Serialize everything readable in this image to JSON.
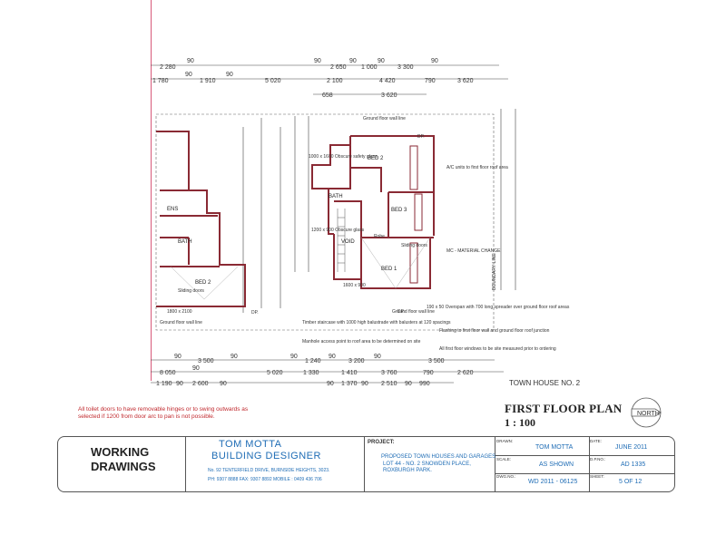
{
  "drawing": {
    "town_house": "TOWN HOUSE NO. 2",
    "plan_title": "FIRST FLOOR PLAN",
    "plan_scale": "1 : 100",
    "north_label": "NORTH",
    "boundary_label": "BOUNDARY LINE",
    "red_note": "All toilet doors to have removable hinges or to swing outwards as selected if 1200 from door arc to pan is not possible."
  },
  "top_dimensions": {
    "row1": [
      "2 280",
      "90",
      "90",
      "2 650",
      "90",
      "1 000",
      "90",
      "3 300",
      "90"
    ],
    "row2": [
      "1 780",
      "90",
      "1 910",
      "90",
      "5 020",
      "2 100",
      "4 420",
      "790",
      "3 620"
    ],
    "row3": [
      "658",
      "3 620"
    ]
  },
  "bottom_dimensions": {
    "row1": [
      "90",
      "3 500",
      "90",
      "90",
      "1 240",
      "90",
      "3 200",
      "90",
      "3 500"
    ],
    "row2": [
      "8 050",
      "90",
      "5 020",
      "1 330",
      "1 410",
      "3 760",
      "790",
      "2 620"
    ],
    "row3": [
      "1 190",
      "90",
      "2 600",
      "90",
      "90",
      "1 370",
      "90",
      "2 510",
      "90",
      "990"
    ]
  },
  "rooms": {
    "bed1": "BED 1",
    "bed2": "BED 2",
    "bed3": "BED 3",
    "bath": "BATH",
    "bath_left": "BATH",
    "ens": "ENS",
    "void": "VOID",
    "robe": "Robe",
    "dp": "DP."
  },
  "annotations": {
    "gfwl": "Ground floor wall line",
    "obscure": "1200 x 900 Obscure glass",
    "obscure2": "1000 x 1600 Obscure safety glass",
    "sliding": "Sliding doors",
    "ac": "A/C units to first floor roof area",
    "mc": "MC - MATERIAL CHANGE",
    "flashing": "Flashing to first floor wall and ground floor roof junction",
    "windows": "All first floor windows to be site measured prior to ordering",
    "staircase": "Timber staircase with 1000 high balustrade with balusters at 120 spacings",
    "manhole": "Manhole access point to roof area to be determined on site",
    "overspan": "190 x 50 Overspan with 700 long spreader over ground floor roof areas",
    "window_1600": "1600 x 900",
    "window_1800": "1800 x 2100"
  },
  "title_block": {
    "working_drawings_1": "WORKING",
    "working_drawings_2": "DRAWINGS",
    "firm_name": "TOM MOTTA",
    "firm_role": "BUILDING DESIGNER",
    "address": "No. 92 TENTERFIELD DRIVE, BURNSIDE HEIGHTS, 3023.",
    "phones": "PH: 9307 8888      FAX: 9307 8892      MOBILE : 0409 436 706",
    "project_label": "PROJECT:",
    "project_line1": "PROPOSED TOWN HOUSES AND GARAGES",
    "project_line2": "LOT 44 - NO. 2 SNOWDEN PLACE,",
    "project_line3": "ROXBURGH PARK.",
    "drawn_label": "DRAWN:",
    "drawn_value": "TOM MOTTA",
    "date_label": "DATE:",
    "date_value": "JUNE 2011",
    "scale_label": "SCALE:",
    "scale_value": "AS SHOWN",
    "dpno_label": "D.P.NO.:",
    "dpno_value": "AD 1335",
    "dwgno_label": "DWG.NO.:",
    "dwgno_value": "WD 2011 - 06125",
    "sheet_label": "SHEET:",
    "sheet_value": "5 OF 12"
  },
  "colors": {
    "wall": "#8a2a34",
    "ink": "#333333",
    "title_blue": "#1e6cb5",
    "note_red": "#c0282d",
    "margin_pink": "#d85a7a"
  }
}
